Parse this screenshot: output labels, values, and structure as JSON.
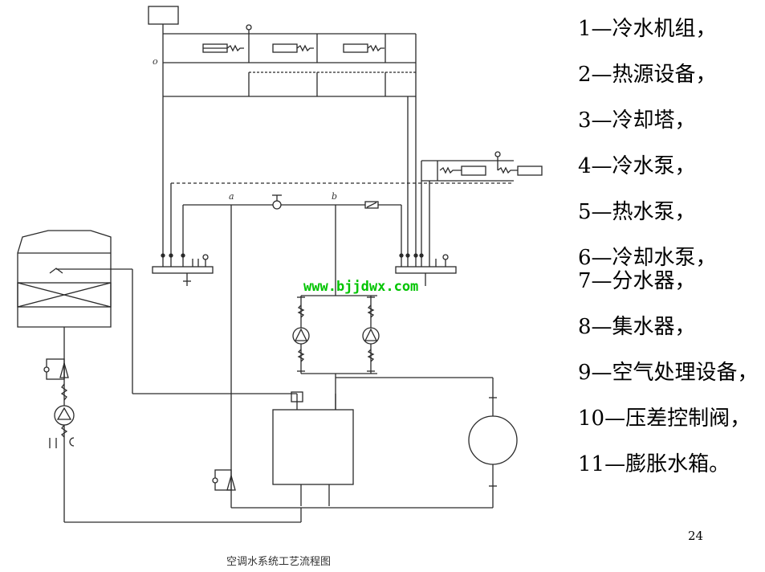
{
  "diagram": {
    "labels": {
      "point_o": "o",
      "point_a": "a",
      "point_b": "b"
    },
    "watermark": "www.bjjdwx.com",
    "caption": "空调水系统工艺流程图"
  },
  "legend": {
    "items": [
      {
        "text": "1—冷水机组，"
      },
      {
        "text": "2—热源设备，"
      },
      {
        "text": "3—冷却塔，"
      },
      {
        "text": "4—冷水泵，"
      },
      {
        "text": "5—热水泵，"
      },
      {
        "text": "6—冷却水泵，"
      },
      {
        "text": "7—分水器，"
      },
      {
        "text": "8—集水器，"
      },
      {
        "text": "9—空气处理设备，"
      },
      {
        "text": "10—压差控制阀，"
      },
      {
        "text": "11—膨胀水箱。"
      }
    ]
  },
  "page_number": "24"
}
